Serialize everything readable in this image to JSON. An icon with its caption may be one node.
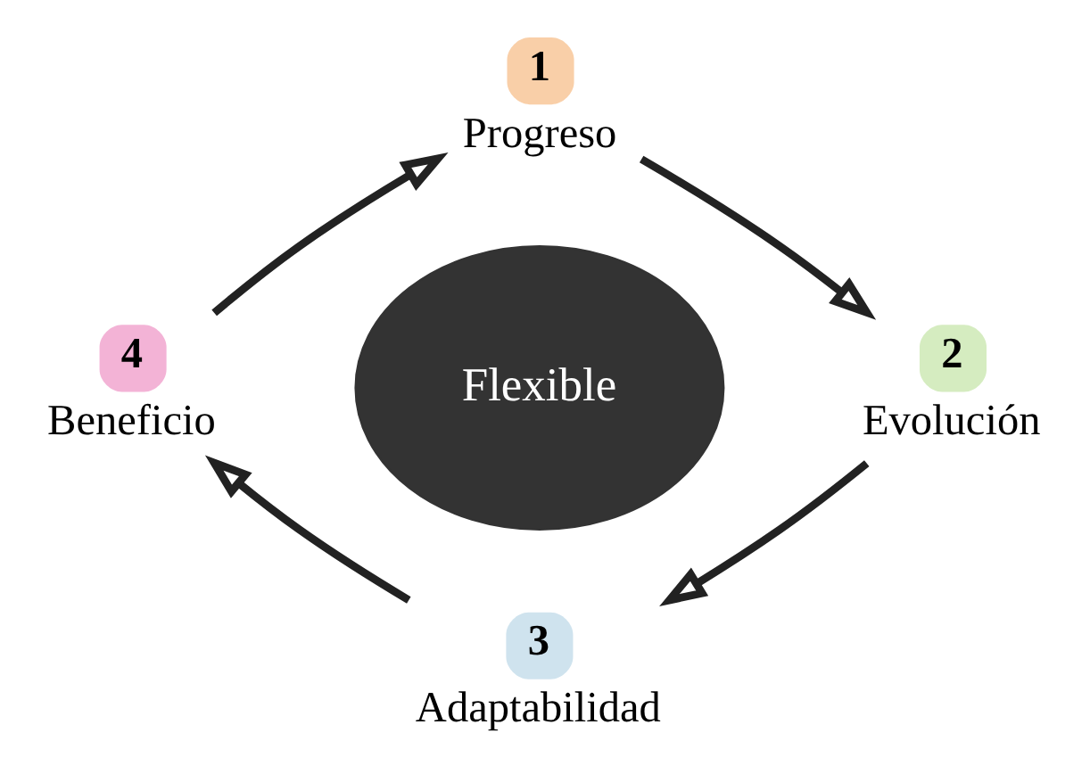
{
  "diagram": {
    "nodes": [
      {
        "text": [
          "1",
          "Progreso"
        ]
      },
      {
        "text": [
          "2",
          "Evolución"
        ]
      },
      {
        "text": [
          "3",
          "Adaptabilidad"
        ]
      },
      {
        "text": [
          "4",
          "Beneficio"
        ]
      },
      {
        "text": [
          "Flexible"
        ]
      }
    ],
    "edges": [
      {
        "from": 0,
        "to": 1,
        "arrow": "to"
      },
      {
        "from": 1,
        "to": 2,
        "arrow": "to"
      },
      {
        "from": 2,
        "to": 3,
        "arrow": "to"
      },
      {
        "from": 3,
        "to": 0,
        "arrow": "to"
      }
    ]
  }
}
